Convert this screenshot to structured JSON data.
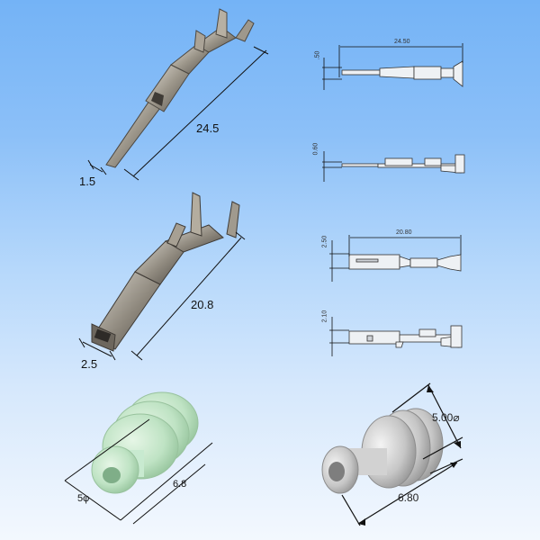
{
  "colors": {
    "bg_top": "#74b3f6",
    "bg_bottom": "#f3f8fe",
    "metal_light": "#d8d4cc",
    "metal_mid": "#9a9488",
    "metal_dark": "#5b5650",
    "seal_green": "#bfe3c4",
    "seal_gray": "#c9c9c9",
    "dimension_line": "#111111"
  },
  "male_terminal": {
    "photo": {
      "length_label": "24.5",
      "width_label": "1.5"
    },
    "drawing_top": {
      "length_label": "24.50",
      "height_label": ".50"
    },
    "drawing_side": {
      "height_label": "0.60"
    }
  },
  "female_terminal": {
    "photo": {
      "length_label": "20.8",
      "width_label": "2.5"
    },
    "drawing_top": {
      "length_label": "20.80",
      "height_label": "2.50"
    },
    "drawing_side": {
      "height_label": "2.10"
    }
  },
  "wire_seal": {
    "green_photo": {
      "diameter_label": "5φ",
      "length_label": "6.8"
    },
    "gray_render": {
      "diameter_label": "5.00⌀",
      "length_label": "6.80"
    }
  }
}
